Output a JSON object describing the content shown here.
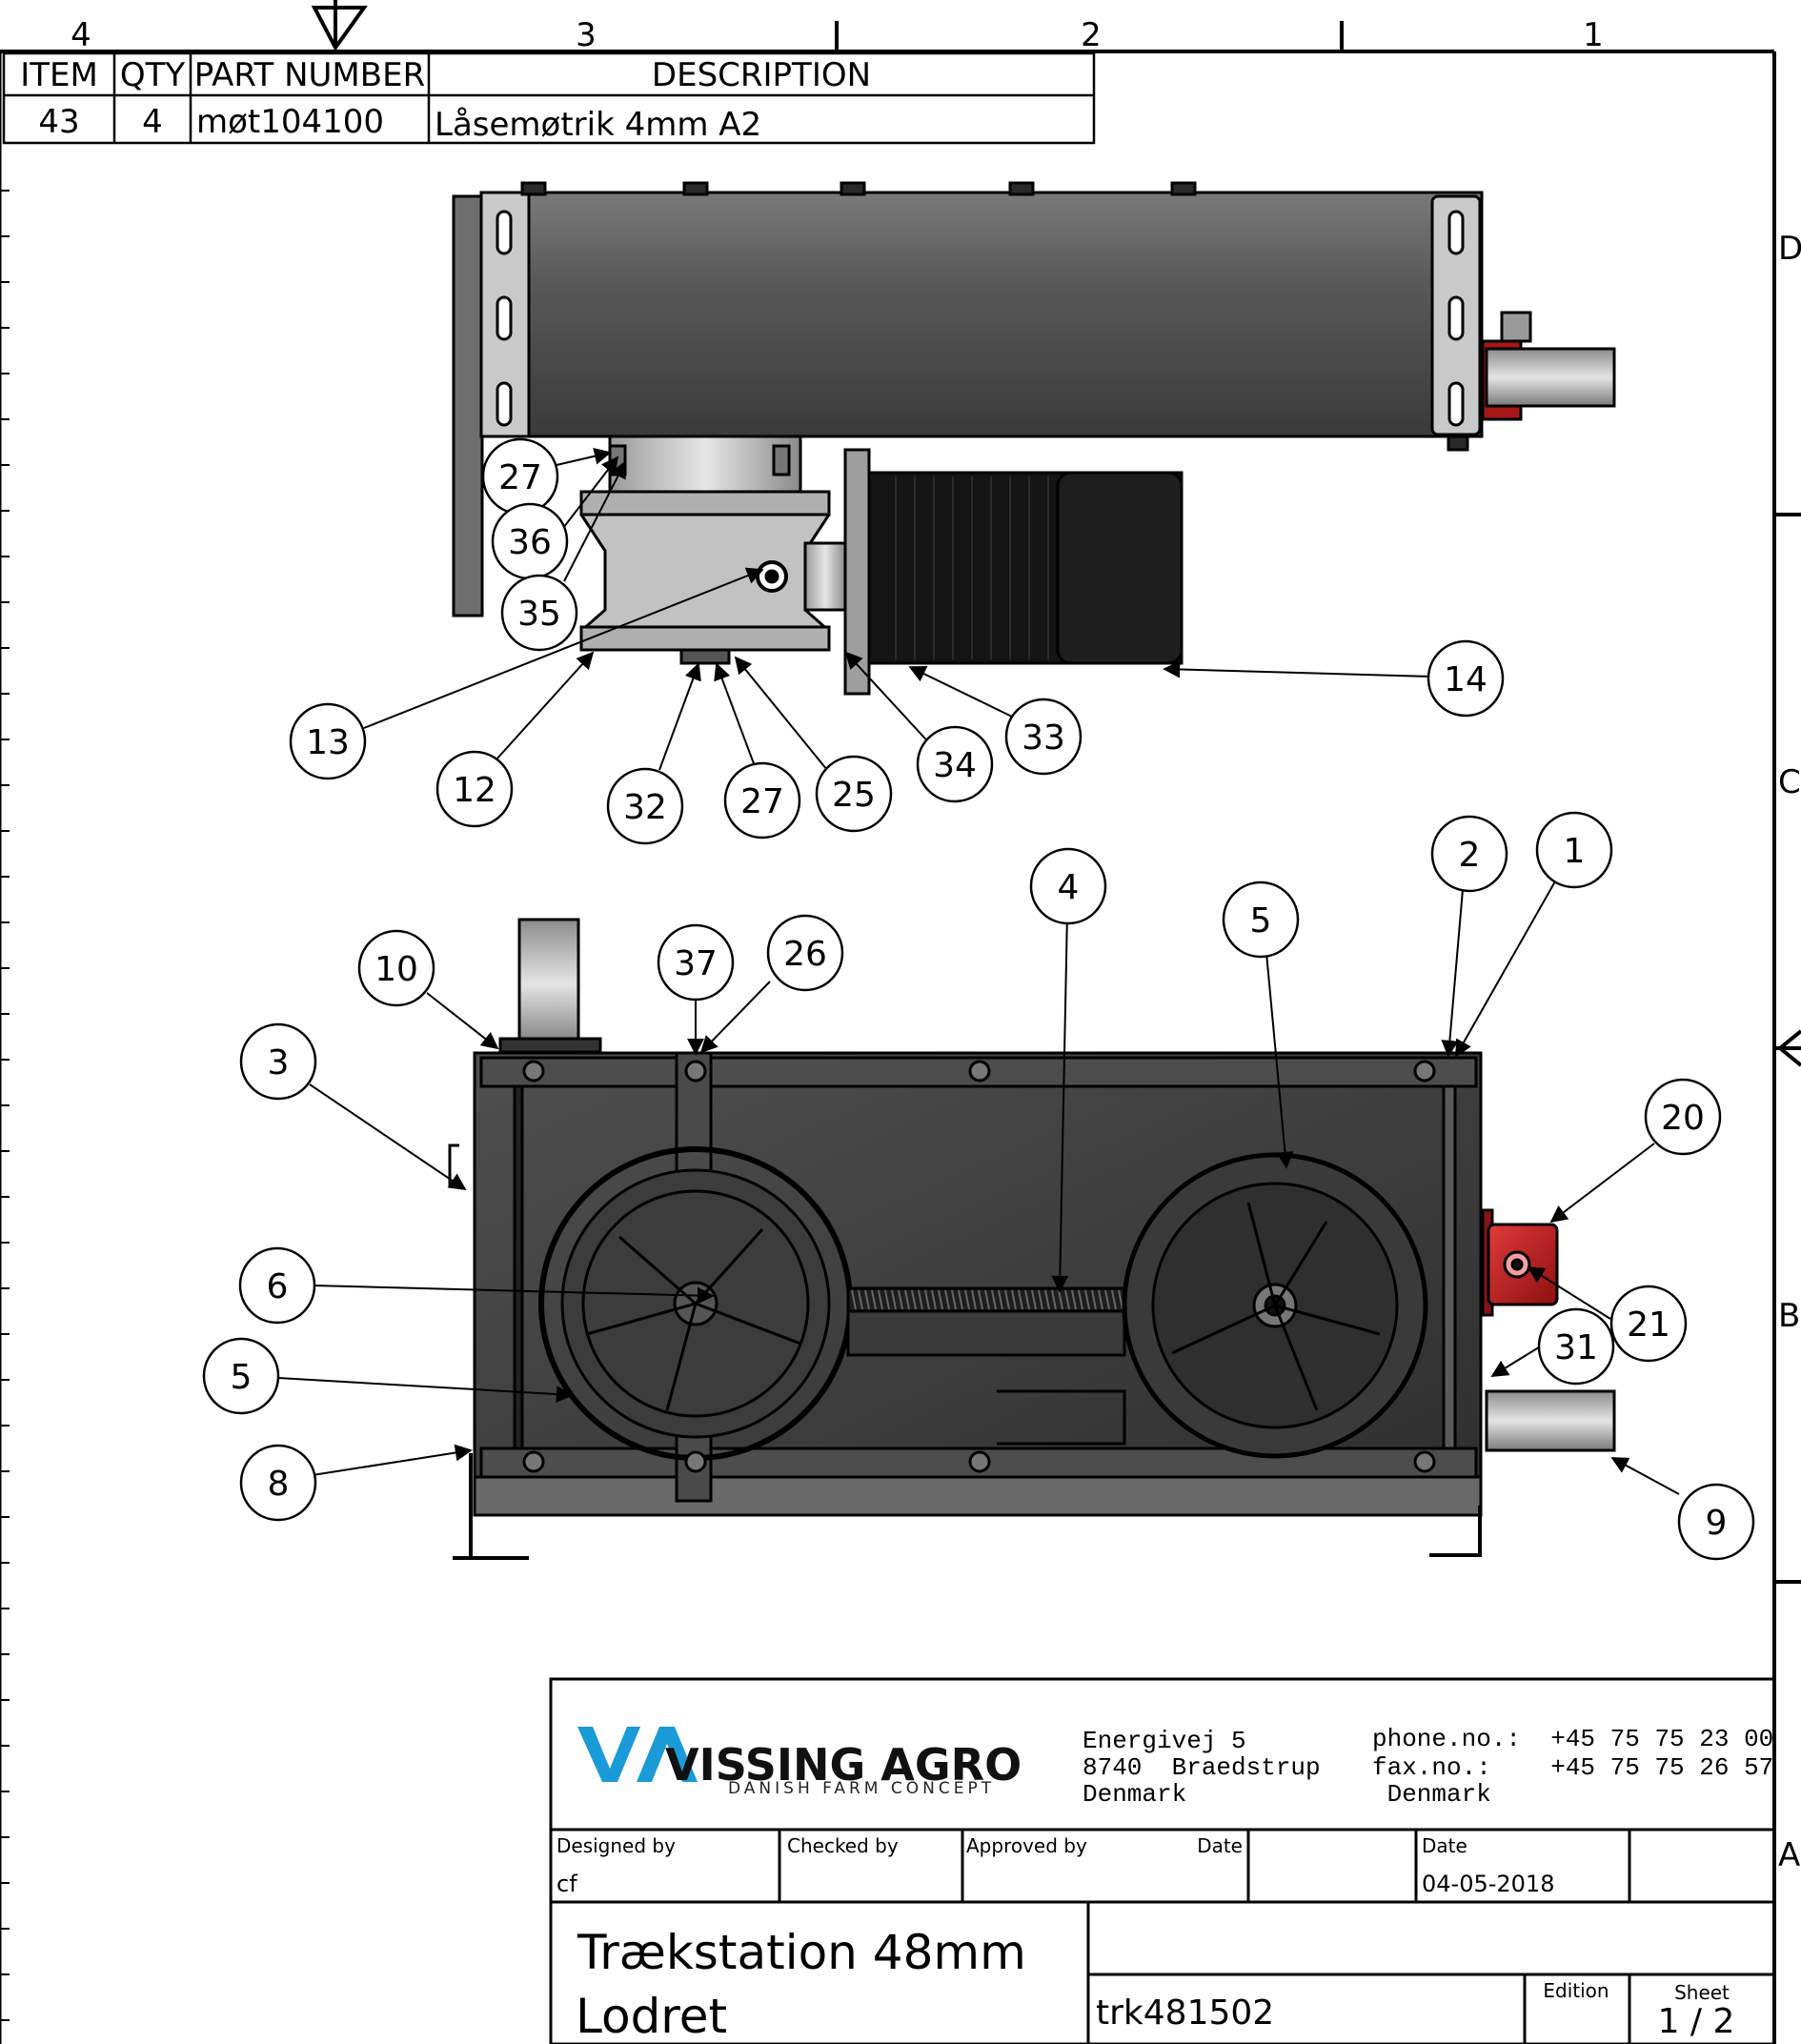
{
  "zones": {
    "columns": [
      "4",
      "3",
      "2",
      "1"
    ],
    "rows": [
      "D",
      "C",
      "B",
      "A"
    ]
  },
  "bom": {
    "headers": [
      "ITEM",
      "QTY",
      "PART NUMBER",
      "DESCRIPTION"
    ],
    "rows": [
      {
        "item": "43",
        "qty": "4",
        "part_number": "møt104100",
        "description": "Låsemøtrik 4mm A2"
      }
    ]
  },
  "balloons": [
    "27",
    "36",
    "35",
    "13",
    "12",
    "32",
    "27",
    "25",
    "34",
    "33",
    "14",
    "2",
    "1",
    "4",
    "5",
    "10",
    "37",
    "26",
    "3",
    "20",
    "6",
    "21",
    "5",
    "31",
    "8",
    "9"
  ],
  "title_block": {
    "company_name": "VISSING AGRO",
    "company_tagline": "DANISH FARM CONCEPT",
    "logo_colors": {
      "mark": "#1a9bd7",
      "text": "#111111"
    },
    "address": [
      "Energivej 5",
      "8740  Braedstrup",
      "Denmark"
    ],
    "contact": [
      "phone.no.:  +45 75 75 23 00",
      "fax.no.:    +45 75 75 26 57",
      " Denmark"
    ],
    "designed_by_label": "Designed by",
    "designed_by_value": "cf",
    "checked_by_label": "Checked by",
    "approved_by_label": "Approved by",
    "date_label_1": "Date",
    "date_label_2": "Date",
    "date_value": "04-05-2018",
    "title_line_1": "Trækstation 48mm",
    "title_line_2": "Lodret",
    "drawing_number": "trk481502",
    "edition_label": "Edition",
    "sheet_label": "Sheet",
    "sheet_value": "1 / 2"
  },
  "colors": {
    "housing": "#4a4a4a",
    "motor": "#141414",
    "steel": "#b8b8b8",
    "red": "#c41e1e"
  }
}
